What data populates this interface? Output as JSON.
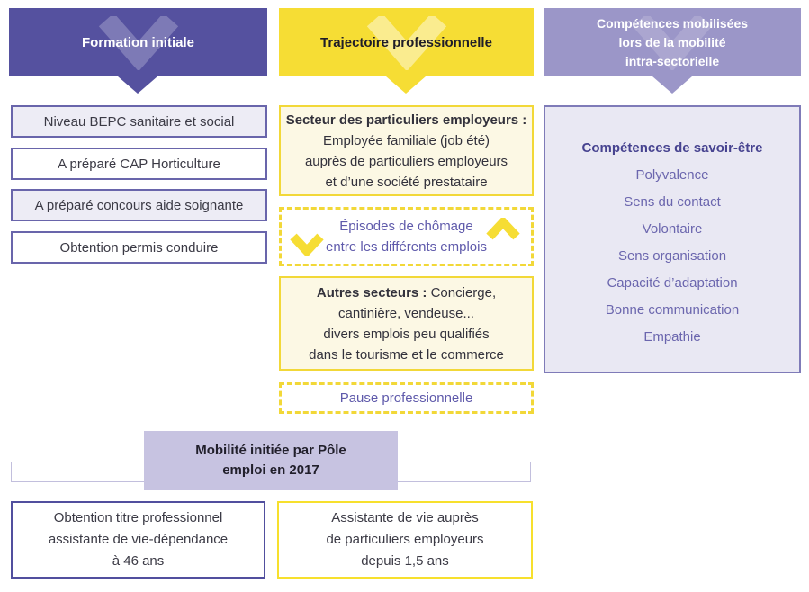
{
  "formation": {
    "header": "Formation initiale",
    "boxes": [
      "Niveau BEPC sanitaire et social",
      "A préparé CAP Horticulture",
      "A préparé concours aide soignante",
      "Obtention permis conduire"
    ]
  },
  "trajectoire": {
    "header": "Trajectoire professionnelle",
    "secteur_box": {
      "title": "Secteur des particuliers employeurs :",
      "lines": [
        "Employée familiale (job été)",
        "auprès de particuliers employeurs",
        "et d’une société prestataire"
      ]
    },
    "chomage_box": {
      "lines": [
        "Épisodes de chômage",
        "entre les différents emplois"
      ]
    },
    "autres_box": {
      "title": "Autres secteurs :",
      "title_rest": " Concierge,",
      "lines": [
        "cantinière, vendeuse...",
        "divers emplois peu qualifiés",
        "dans le tourisme et le commerce"
      ]
    },
    "pause_box": {
      "label": "Pause professionnelle"
    }
  },
  "competences": {
    "header_lines": [
      "Compétences mobilisées",
      "lors de la mobilité",
      "intra-sectorielle"
    ],
    "panel": {
      "title": "Compétences de savoir-être",
      "items": [
        "Polyvalence",
        "Sens du contact",
        "Volontaire",
        "Sens organisation",
        "Capacité d’adaptation",
        "Bonne communication",
        "Empathie"
      ]
    }
  },
  "mobilite": {
    "banner_lines": [
      "Mobilité initiée par Pôle",
      "emploi en 2017"
    ],
    "obtention_box_lines": [
      "Obtention titre professionnel",
      "assistante de vie-dépendance",
      "à 46 ans"
    ],
    "assistante_box_lines": [
      "Assistante de vie auprès",
      "de particuliers employeurs",
      "depuis 1,5 ans"
    ]
  },
  "icons": {
    "header_watermark": "chevron-down",
    "header_arrow": "triangle-down",
    "left_of_chomage": "chevron-down",
    "right_of_chomage": "chevron-up"
  },
  "colors": {
    "dark_purple": "#55519f",
    "purple_border": "#6965ab",
    "lavender_fill": "#edecf5",
    "panel_fill": "#e9e8f3",
    "banner_fill": "#c7c3e1",
    "purple_text": "#5f5aab",
    "yellow": "#f6dd34",
    "yellow_border": "#f2d838",
    "cream_fill": "#fcf8e4"
  }
}
